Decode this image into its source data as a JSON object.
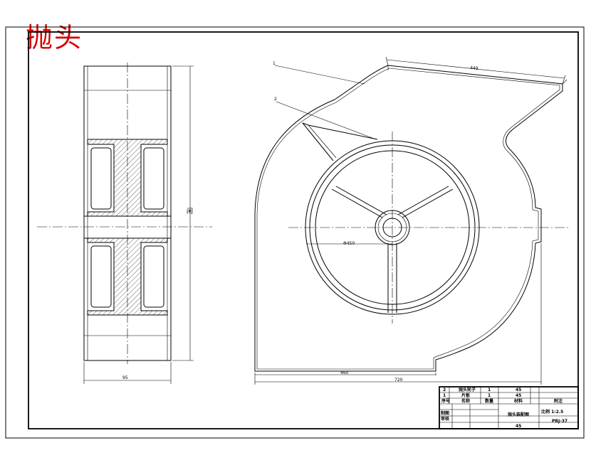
{
  "title": "抛头",
  "dimensions": {
    "side_width": "95",
    "side_height": "闲",
    "top_edge": "449",
    "wheel_diameter": "Φ450",
    "bottom_inner": "460",
    "bottom_overall": "720"
  },
  "leaders": {
    "part1": "1",
    "part2": "2"
  },
  "title_block": {
    "rows": [
      {
        "no": "2",
        "name": "抛头轮子",
        "qty": "1",
        "mat": "45"
      },
      {
        "no": "1",
        "name": "片板",
        "qty": "1",
        "mat": "45"
      }
    ],
    "header": {
      "no": "序号",
      "name": "名称",
      "qty": "数量",
      "mat": "材料",
      "note": "附注"
    },
    "label_draw": "制图",
    "label_check": "审核",
    "drawing_name": "抛头装配图",
    "scale": "比例 1:2.5",
    "mat_bottom": "45",
    "drawing_code": "PRJ-37"
  }
}
